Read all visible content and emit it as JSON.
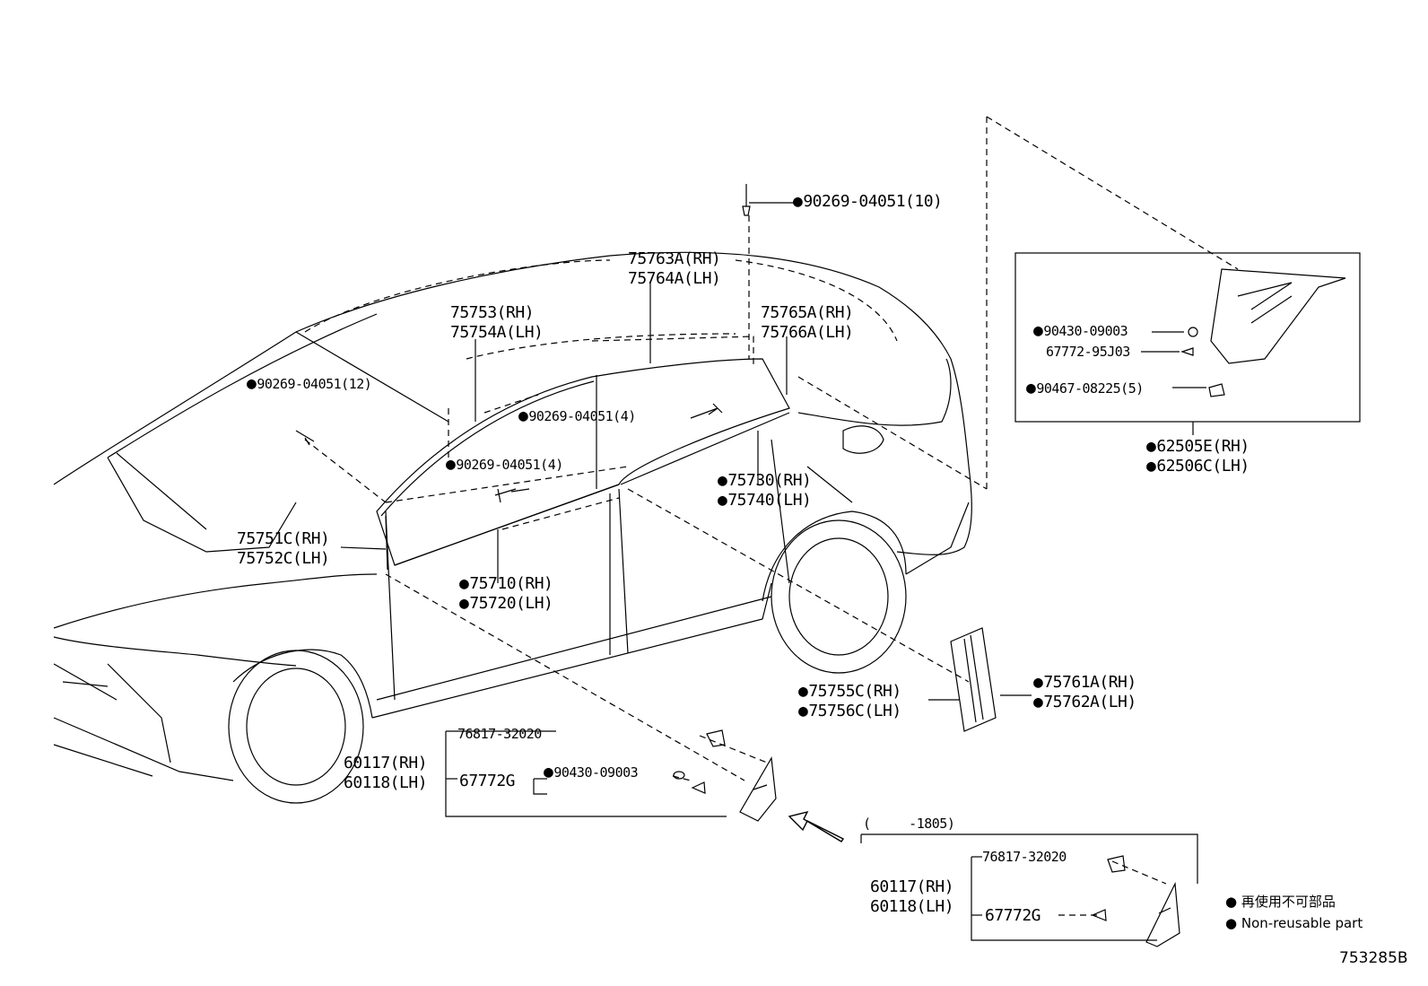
{
  "diagram_id": "753285B",
  "legend": {
    "mark": "●",
    "japanese": "再使用不可部品",
    "english": "Non-reusable part"
  },
  "labels": {
    "bolt_top": "90269-04051(10)",
    "m75763": "75763A(RH)",
    "m75764": "75764A(LH)",
    "m75753": "75753(RH)",
    "m75754": "75754A(LH)",
    "m75765": "75765A(RH)",
    "m75766": "75766A(LH)",
    "rivet_12": "90269-04051(12)",
    "rivet_4a": "90269-04051(4)",
    "rivet_4b": "90269-04051(4)",
    "m75730": "75730(RH)",
    "m75740": "75740(LH)",
    "m75751": "75751C(RH)",
    "m75752": "75752C(LH)",
    "m75710": "75710(RH)",
    "m75720": "75720(LH)",
    "m75755": "75755C(RH)",
    "m75756": "75756C(LH)",
    "m75761": "75761A(RH)",
    "m75762": "75762A(LH)",
    "inset_90430": "90430-09003",
    "inset_67772": "67772-95J03",
    "inset_90467": "90467-08225(5)",
    "m62505": "62505E(RH)",
    "m62506": "62506C(LH)",
    "clip_a": "76817-32020",
    "m60117_a": "60117(RH)",
    "m60118_a": "60118(LH)",
    "m67772g_a": "67772G",
    "washer_a": "90430-09003",
    "period": "(     -1805)",
    "clip_b": "76817-32020",
    "m60117_b": "60117(RH)",
    "m60118_b": "60118(LH)",
    "m67772g_b": "67772G"
  }
}
